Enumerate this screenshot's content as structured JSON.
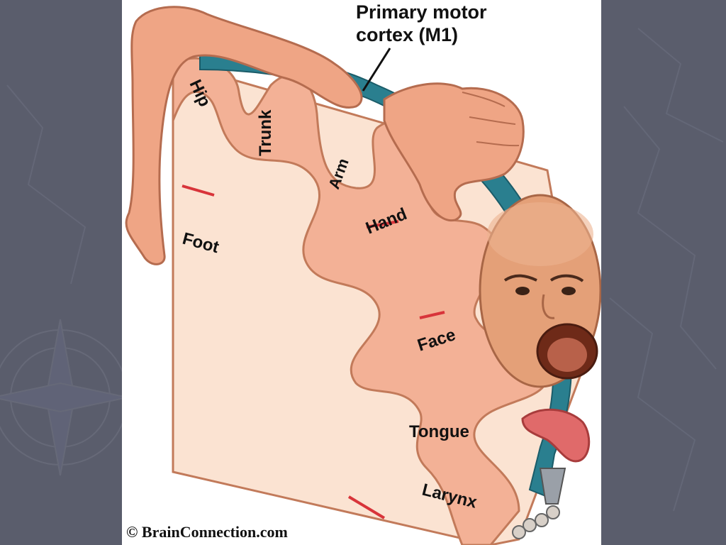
{
  "diagram": {
    "title_line1": "Primary motor",
    "title_line2": "cortex (M1)",
    "labels": {
      "hip": "Hip",
      "trunk": "Trunk",
      "arm": "Arm",
      "hand": "Hand",
      "foot": "Foot",
      "face": "Face",
      "tongue": "Tongue",
      "larynx": "Larynx"
    },
    "credit": "© BrainConnection.com"
  },
  "colors": {
    "slide_background": "#5a5d6c",
    "cortex_fill": "#fbe3d2",
    "gyrus_fill": "#f3b196",
    "motor_strip": "#2a7f8f",
    "skin": "#efa585",
    "accent_red": "#d8343a"
  }
}
